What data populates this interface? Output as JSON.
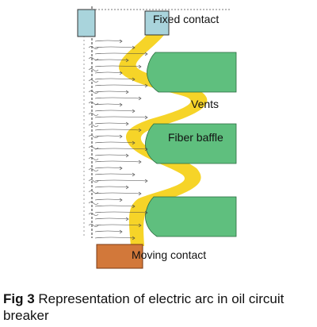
{
  "labels": {
    "fixed_contact": "Fixed contact",
    "vents": "Vents",
    "fiber_baffle": "Fiber baffle",
    "moving_contact": "Moving contact"
  },
  "caption": {
    "figure_number": "Fig 3",
    "text": "Representation of electric arc in oil circuit breaker"
  },
  "colors": {
    "arc": "#f5d21c",
    "baffle": "#5fbf7e",
    "fixed_contact": "#a9d4dc",
    "moving_contact": "#d2783a",
    "flow_lines": "#444444"
  }
}
